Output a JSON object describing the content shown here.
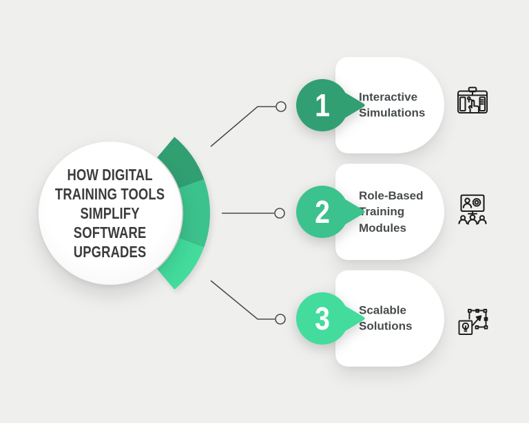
{
  "title": {
    "text": "HOW DIGITAL\nTRAINING TOOLS\nSIMPLIFY\nSOFTWARE\nUPGRADES"
  },
  "items": [
    {
      "number": "1",
      "label": "Interactive\nSimulations",
      "color": "#319F72",
      "icon": "interactive-simulations-icon"
    },
    {
      "number": "2",
      "label": "Role-Based\nTraining\nModules",
      "color": "#3CC28D",
      "icon": "role-based-training-icon"
    },
    {
      "number": "3",
      "label": "Scalable\nSolutions",
      "color": "#43DC9D",
      "icon": "scalable-solutions-icon"
    }
  ],
  "colors": {
    "background": "#EFEFEE",
    "card": "#FFFFFF",
    "title_text": "#3C3C3C",
    "label_text": "#474B4D",
    "number_text": "#FFFFFF",
    "connector": "#4A4A4A",
    "icon_stroke": "#1E1E1E"
  }
}
